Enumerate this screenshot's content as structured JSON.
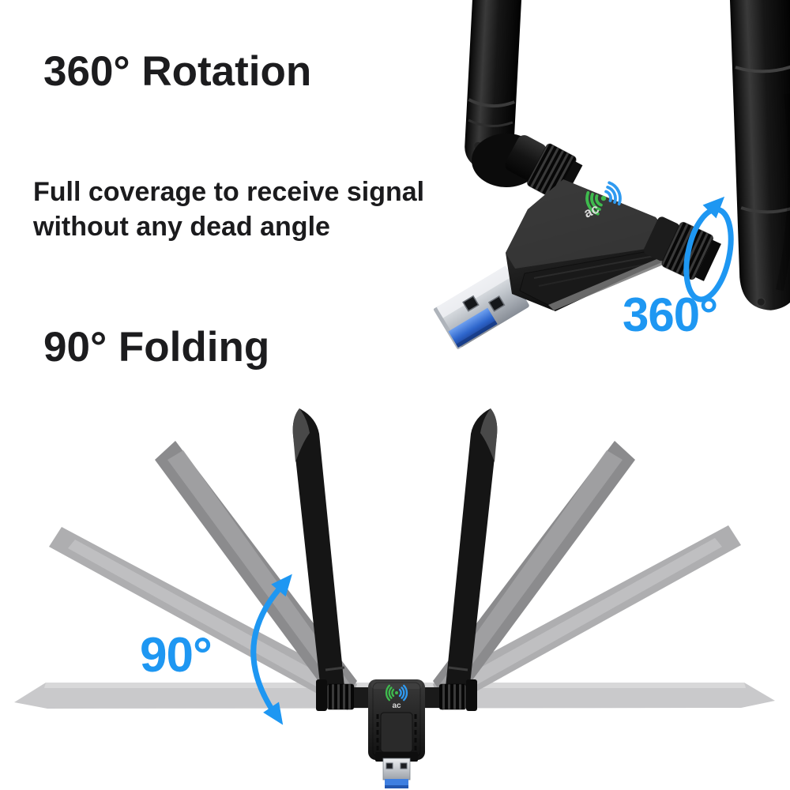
{
  "page": {
    "background": "#ffffff",
    "description": "USB WiFi adapter product image with rotation and folding annotations"
  },
  "sections": {
    "rotation": {
      "heading": "360° Rotation",
      "subtitle_line1": "Full coverage to receive signal",
      "subtitle_line2": "without any dead angle",
      "angle_label": "360°",
      "arrow_icon": "rotation-ellipse-arrow-icon"
    },
    "folding": {
      "heading": "90° Folding",
      "angle_label": "90°",
      "arrow_icon": "folding-arc-arrow-icon"
    }
  },
  "device": {
    "logo_text": "ac",
    "signal_icon": "wifi-signal-icon"
  },
  "colors": {
    "accent_blue": "#1e97f2",
    "heading_text": "#1c1c1e",
    "logo_green": "#3fbb4e",
    "logo_blue": "#2f9af0",
    "usb_blue": "#3e7fe1",
    "antenna_black": "#151515",
    "ghost_gray": "#aeaeb0"
  }
}
